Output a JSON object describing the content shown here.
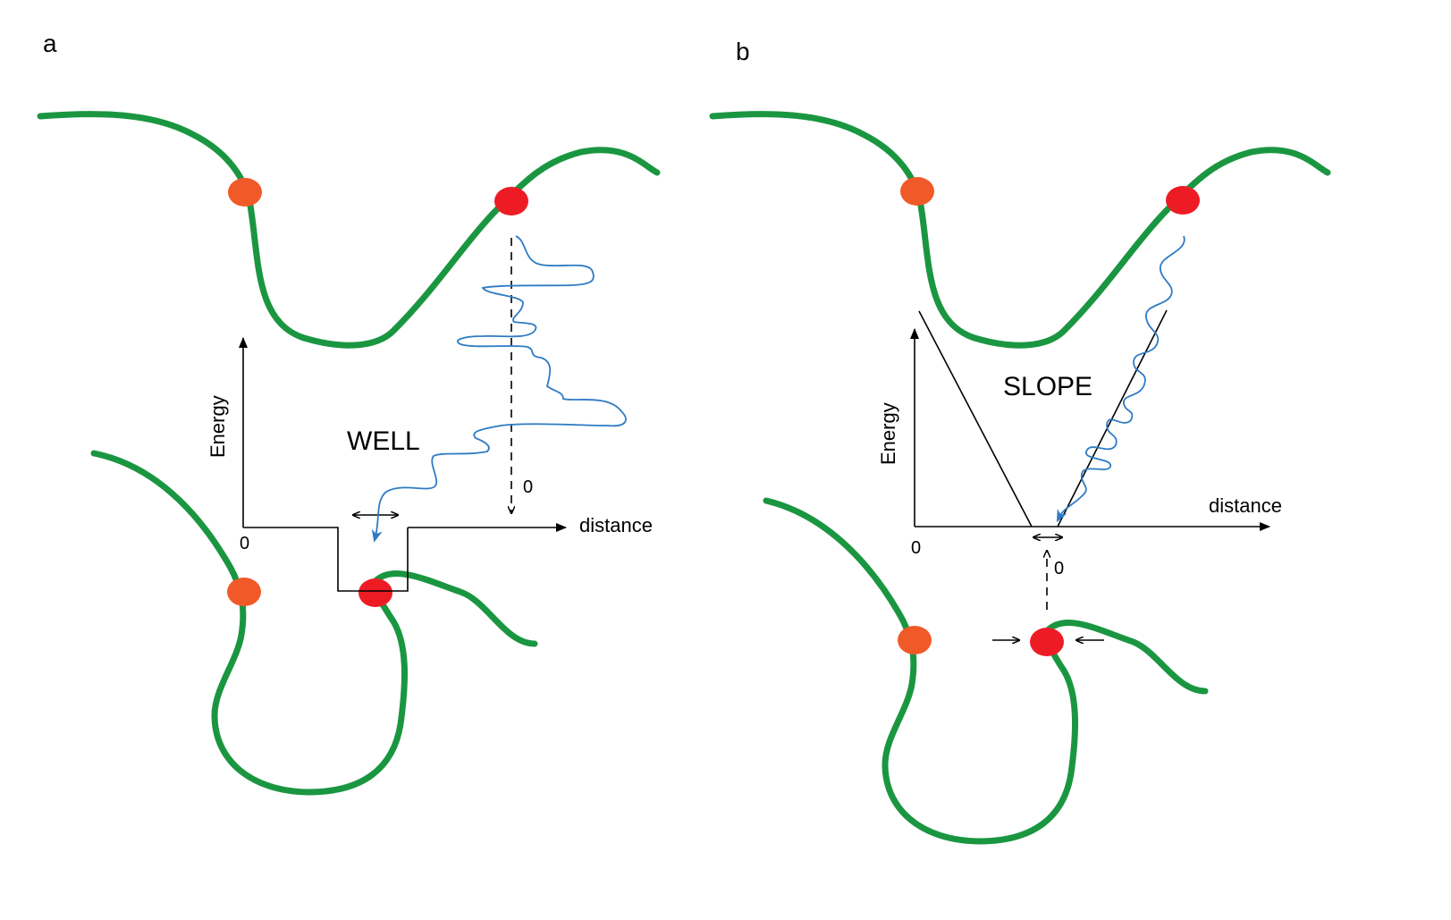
{
  "panel_a": {
    "letter": "a",
    "y_axis_label": "Energy",
    "x_axis_label": "distance",
    "origin_label": "0",
    "zero_label": "0",
    "potential_label": "WELL"
  },
  "panel_b": {
    "letter": "b",
    "y_axis_label": "Energy",
    "x_axis_label": "distance",
    "origin_label": "0",
    "zero_label": "0",
    "potential_label": "SLOPE"
  },
  "colors": {
    "chromatin": "#1a9641",
    "locus_orange": "#f05a28",
    "locus_red": "#ed1c24",
    "trajectory": "#2e7bc4",
    "axes": "#000000"
  }
}
